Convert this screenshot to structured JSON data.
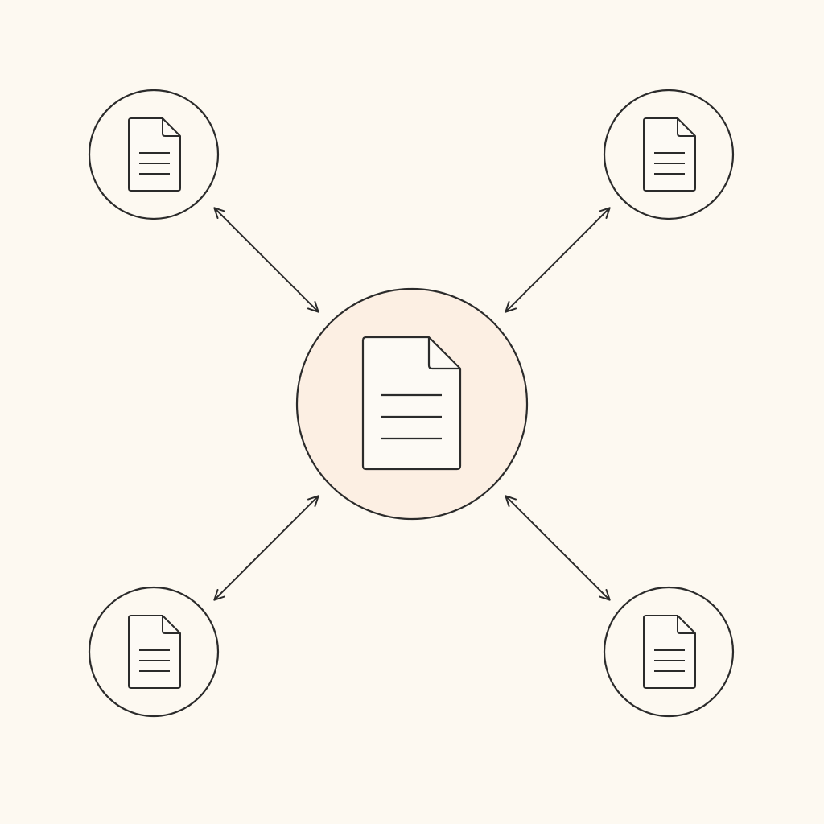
{
  "diagram": {
    "type": "hub-and-spoke",
    "colors": {
      "background": "#fdf9f1",
      "stroke": "#2b2b2b",
      "hub_fill": "#fcefe3",
      "node_fill": "#fdf9f1",
      "document_fill": "#fdfaf5"
    },
    "hub": {
      "icon": "document-icon",
      "role": "central"
    },
    "nodes": [
      {
        "id": "top-left",
        "icon": "document-icon"
      },
      {
        "id": "top-right",
        "icon": "document-icon"
      },
      {
        "id": "bottom-left",
        "icon": "document-icon"
      },
      {
        "id": "bottom-right",
        "icon": "document-icon"
      }
    ],
    "connections": [
      {
        "from": "hub",
        "to": "top-left",
        "arrow": "bidirectional"
      },
      {
        "from": "hub",
        "to": "top-right",
        "arrow": "bidirectional"
      },
      {
        "from": "hub",
        "to": "bottom-left",
        "arrow": "bidirectional"
      },
      {
        "from": "hub",
        "to": "bottom-right",
        "arrow": "bidirectional"
      }
    ]
  }
}
